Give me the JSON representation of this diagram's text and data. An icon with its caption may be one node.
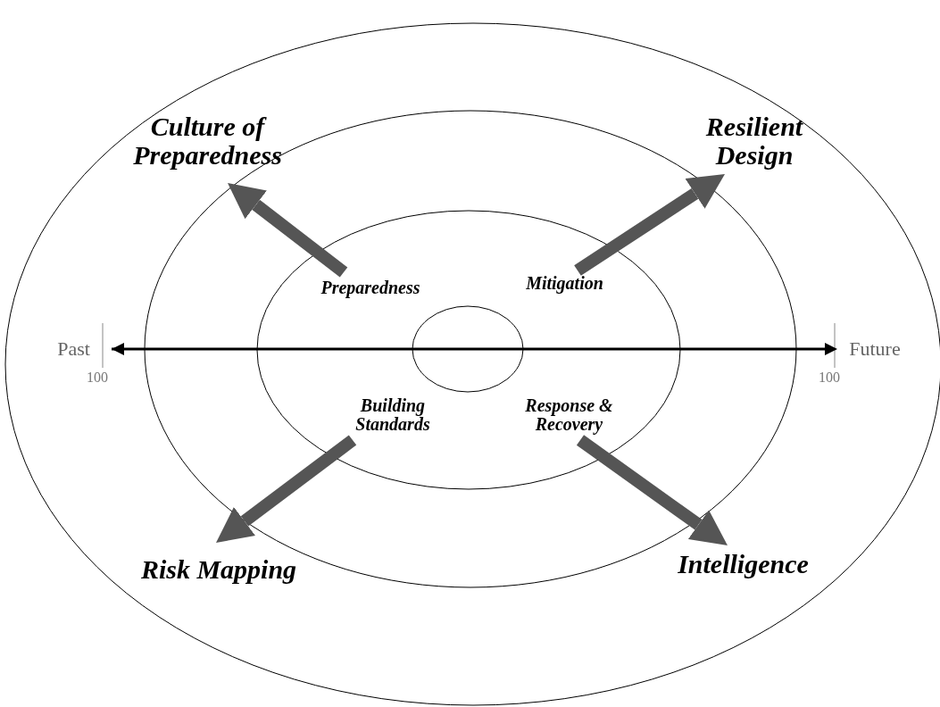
{
  "diagram": {
    "nodes": [
      {
        "text": [
          "Culture of Preparedness"
        ]
      },
      {
        "text": [
          "Resilient Design"
        ]
      },
      {
        "text": [
          "Preparedness"
        ]
      },
      {
        "text": [
          "Mitigation"
        ]
      },
      {
        "text": [
          "Past"
        ]
      },
      {
        "text": [
          "Future"
        ]
      },
      {
        "text": [
          "Building Standards"
        ]
      },
      {
        "text": [
          "Response & Recovery"
        ]
      },
      {
        "text": [
          "Risk Mapping"
        ]
      },
      {
        "text": [
          "Intelligence"
        ]
      }
    ],
    "edges": [
      {
        "from": 2,
        "to": 0,
        "arrow": "to"
      },
      {
        "from": 3,
        "to": 1,
        "arrow": "to"
      },
      {
        "from": 4,
        "to": 5,
        "arrow": "both",
        "color": "#000000"
      },
      {
        "from": 6,
        "to": 8,
        "arrow": "to"
      },
      {
        "from": 7,
        "to": 9,
        "arrow": "to"
      }
    ],
    "labels": [
      "100",
      "100"
    ]
  }
}
